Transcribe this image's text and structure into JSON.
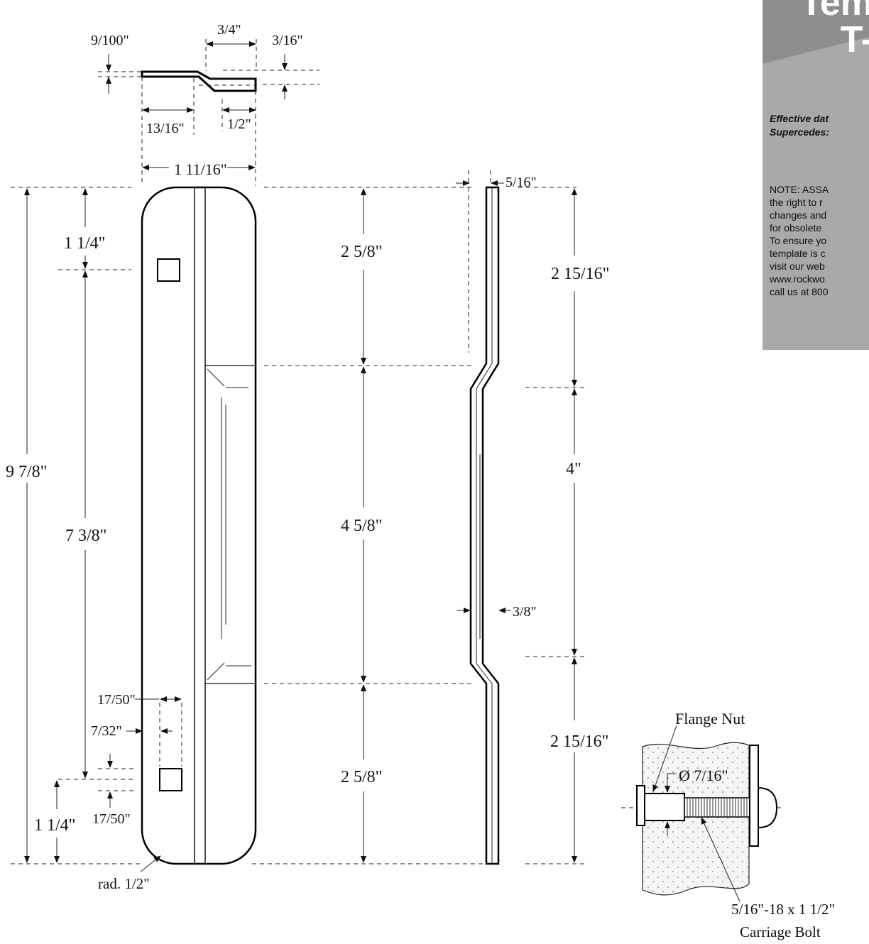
{
  "sidebar": {
    "title_line1": "Tem",
    "title_line2": "T-",
    "effective_date_label": "Effective dat",
    "supercedes_label": "Supercedes:",
    "note_lines": [
      "NOTE: ASSA",
      "the right to r",
      "changes and",
      "for obsolete",
      "To ensure yo",
      "template is c",
      "visit our web",
      "www.rockwo",
      "call us at 800"
    ]
  },
  "top_view": {
    "dim_9_100": "9/100\"",
    "dim_3_4": "3/4\"",
    "dim_3_16": "3/16\"",
    "dim_13_16": "13/16\"",
    "dim_1_2": "1/2\"",
    "dim_1_11_16": "1 11/16\""
  },
  "front_view": {
    "dim_9_7_8": "9 7/8\"",
    "dim_1_1_4_top": "1 1/4\"",
    "dim_7_3_8": "7 3/8\"",
    "dim_1_1_4_bottom": "1 1/4\"",
    "dim_17_50_a": "17/50\"",
    "dim_7_32": "7/32\"",
    "dim_17_50_b": "17/50\"",
    "radius": "rad. 1/2\"",
    "dim_2_5_8_top": "2 5/8\"",
    "dim_4_5_8": "4 5/8\"",
    "dim_2_5_8_bottom": "2 5/8\""
  },
  "side_view": {
    "dim_5_16": "5/16\"",
    "dim_2_15_16_top": "2 15/16\"",
    "dim_4": "4\"",
    "dim_3_8": "3/8\"",
    "dim_2_15_16_bottom": "2 15/16\""
  },
  "detail": {
    "flange_nut": "Flange Nut",
    "diameter": "Ø 7/16\"",
    "bolt_spec": "5/16\"-18 x 1 1/2\"",
    "carriage_bolt": "Carriage Bolt"
  }
}
